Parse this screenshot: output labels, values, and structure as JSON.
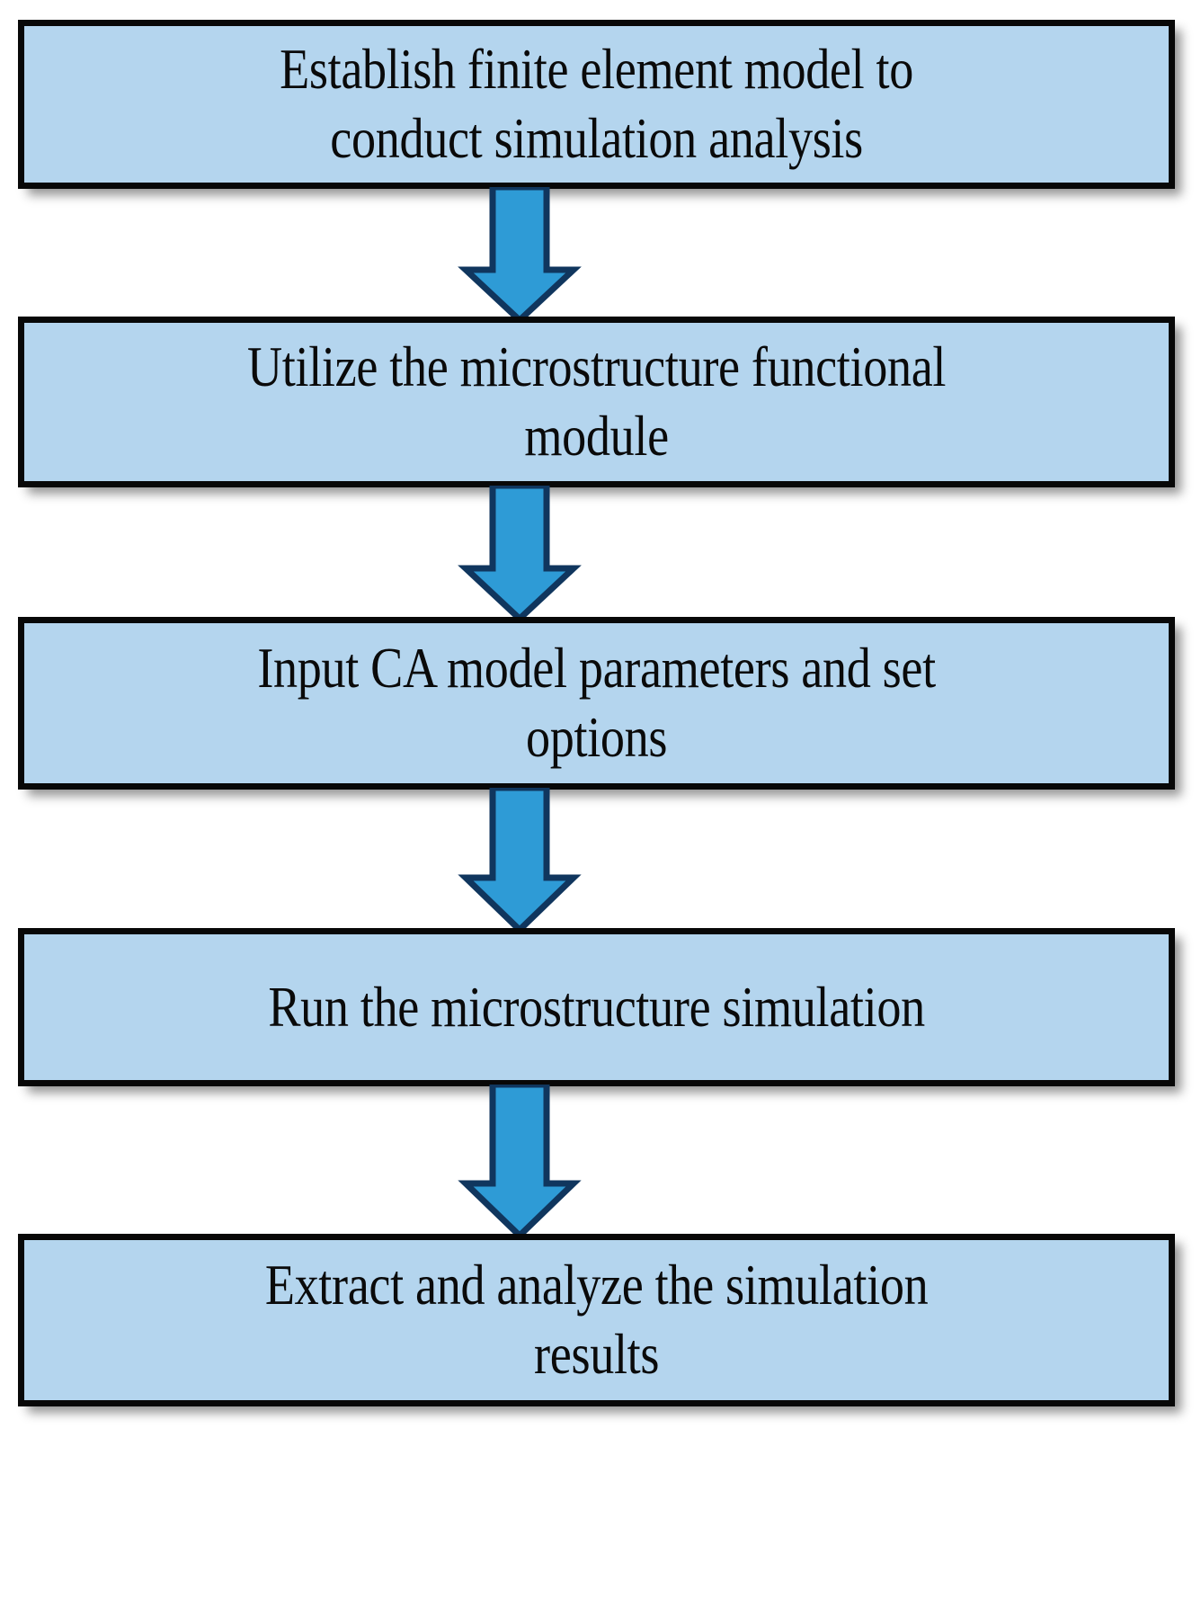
{
  "diagram": {
    "title": "Microstructure simulation workflow flowchart",
    "type": "vertical-flowchart",
    "orientation": "top-to-bottom",
    "colors": {
      "node_fill": "#b4d5ee",
      "node_border": "#080808",
      "arrow_fill": "#2e9bd6",
      "arrow_stroke": "#10365e",
      "text": "#0a0a0a",
      "background": "#ffffff"
    },
    "nodes": [
      {
        "id": "node-0",
        "label": "Establish finite element model to\nconduct simulation analysis",
        "step": 1
      },
      {
        "id": "node-1",
        "label": "Utilize the microstructure functional\nmodule",
        "step": 2
      },
      {
        "id": "node-2",
        "label": "Input CA model parameters and set\noptions",
        "step": 3
      },
      {
        "id": "node-3",
        "label": "Run the microstructure simulation",
        "step": 4
      },
      {
        "id": "node-4",
        "label": "Extract and analyze the simulation\nresults",
        "step": 5
      }
    ],
    "connectors": [
      {
        "id": "conn-0",
        "from": "node-0",
        "to": "node-1",
        "shape": "down-arrow"
      },
      {
        "id": "conn-1",
        "from": "node-1",
        "to": "node-2",
        "shape": "down-arrow"
      },
      {
        "id": "conn-2",
        "from": "node-2",
        "to": "node-3",
        "shape": "down-arrow"
      },
      {
        "id": "conn-3",
        "from": "node-3",
        "to": "node-4",
        "shape": "down-arrow"
      }
    ]
  }
}
